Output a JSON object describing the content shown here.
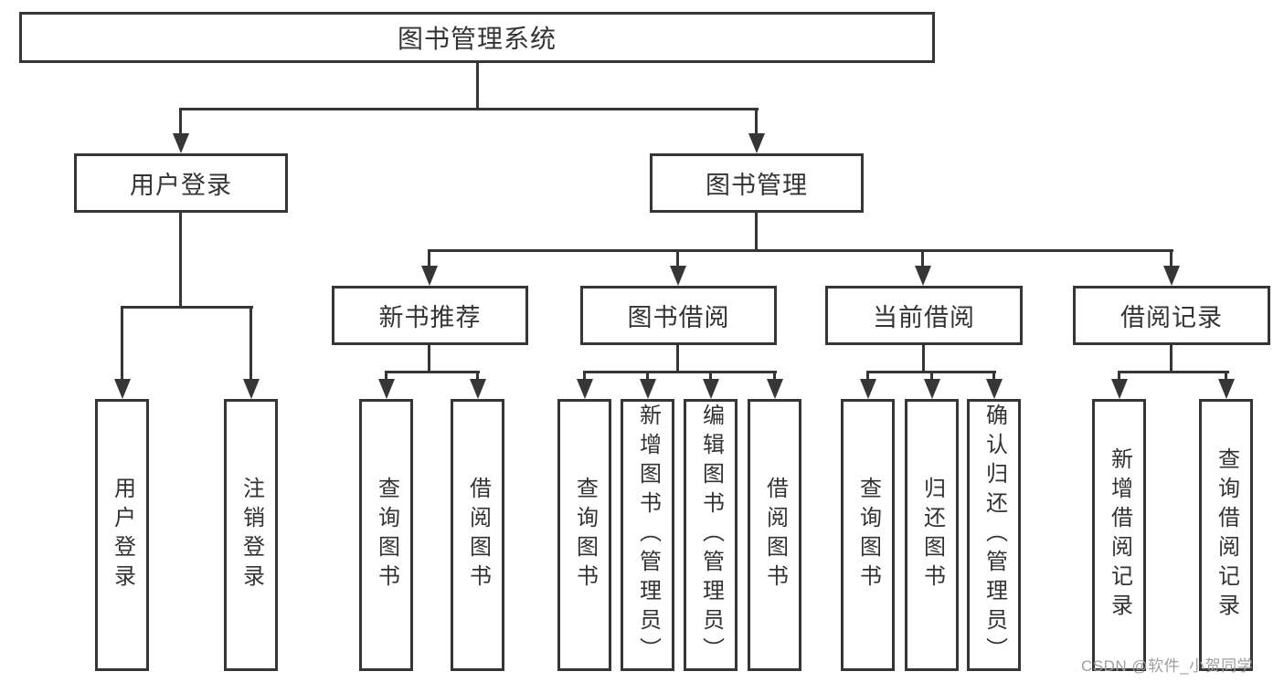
{
  "diagram_title": "图书管理系统",
  "nodes": {
    "root": {
      "label": "图书管理系统"
    },
    "user_login": {
      "label": "用户登录"
    },
    "book_mgmt": {
      "label": "图书管理"
    },
    "new_book_rec": {
      "label": "新书推荐"
    },
    "book_borrow": {
      "label": "图书借阅"
    },
    "current_borrow": {
      "label": "当前借阅"
    },
    "borrow_record": {
      "label": "借阅记录"
    },
    "leaf_user_login": {
      "label": "用户登录"
    },
    "leaf_logout": {
      "label": "注销登录"
    },
    "leaf_query_book_1": {
      "label": "查询图书"
    },
    "leaf_borrow_book_1": {
      "label": "借阅图书"
    },
    "leaf_query_book_2": {
      "label": "查询图书"
    },
    "leaf_add_book": {
      "label": "新增图书（管理员）"
    },
    "leaf_edit_book": {
      "label": "编辑图书（管理员）"
    },
    "leaf_borrow_book_2": {
      "label": "借阅图书"
    },
    "leaf_query_book_3": {
      "label": "查询图书"
    },
    "leaf_return_book": {
      "label": "归还图书"
    },
    "leaf_confirm_return": {
      "label": "确认归还（管理员）"
    },
    "leaf_add_record": {
      "label": "新增借阅记录"
    },
    "leaf_query_record": {
      "label": "查询借阅记录"
    }
  },
  "watermark": "CSDN @软件_小贺同学",
  "colors": {
    "line": "#363636",
    "text": "#333333",
    "background": "#ffffff",
    "watermark": "#9e9e9e"
  }
}
